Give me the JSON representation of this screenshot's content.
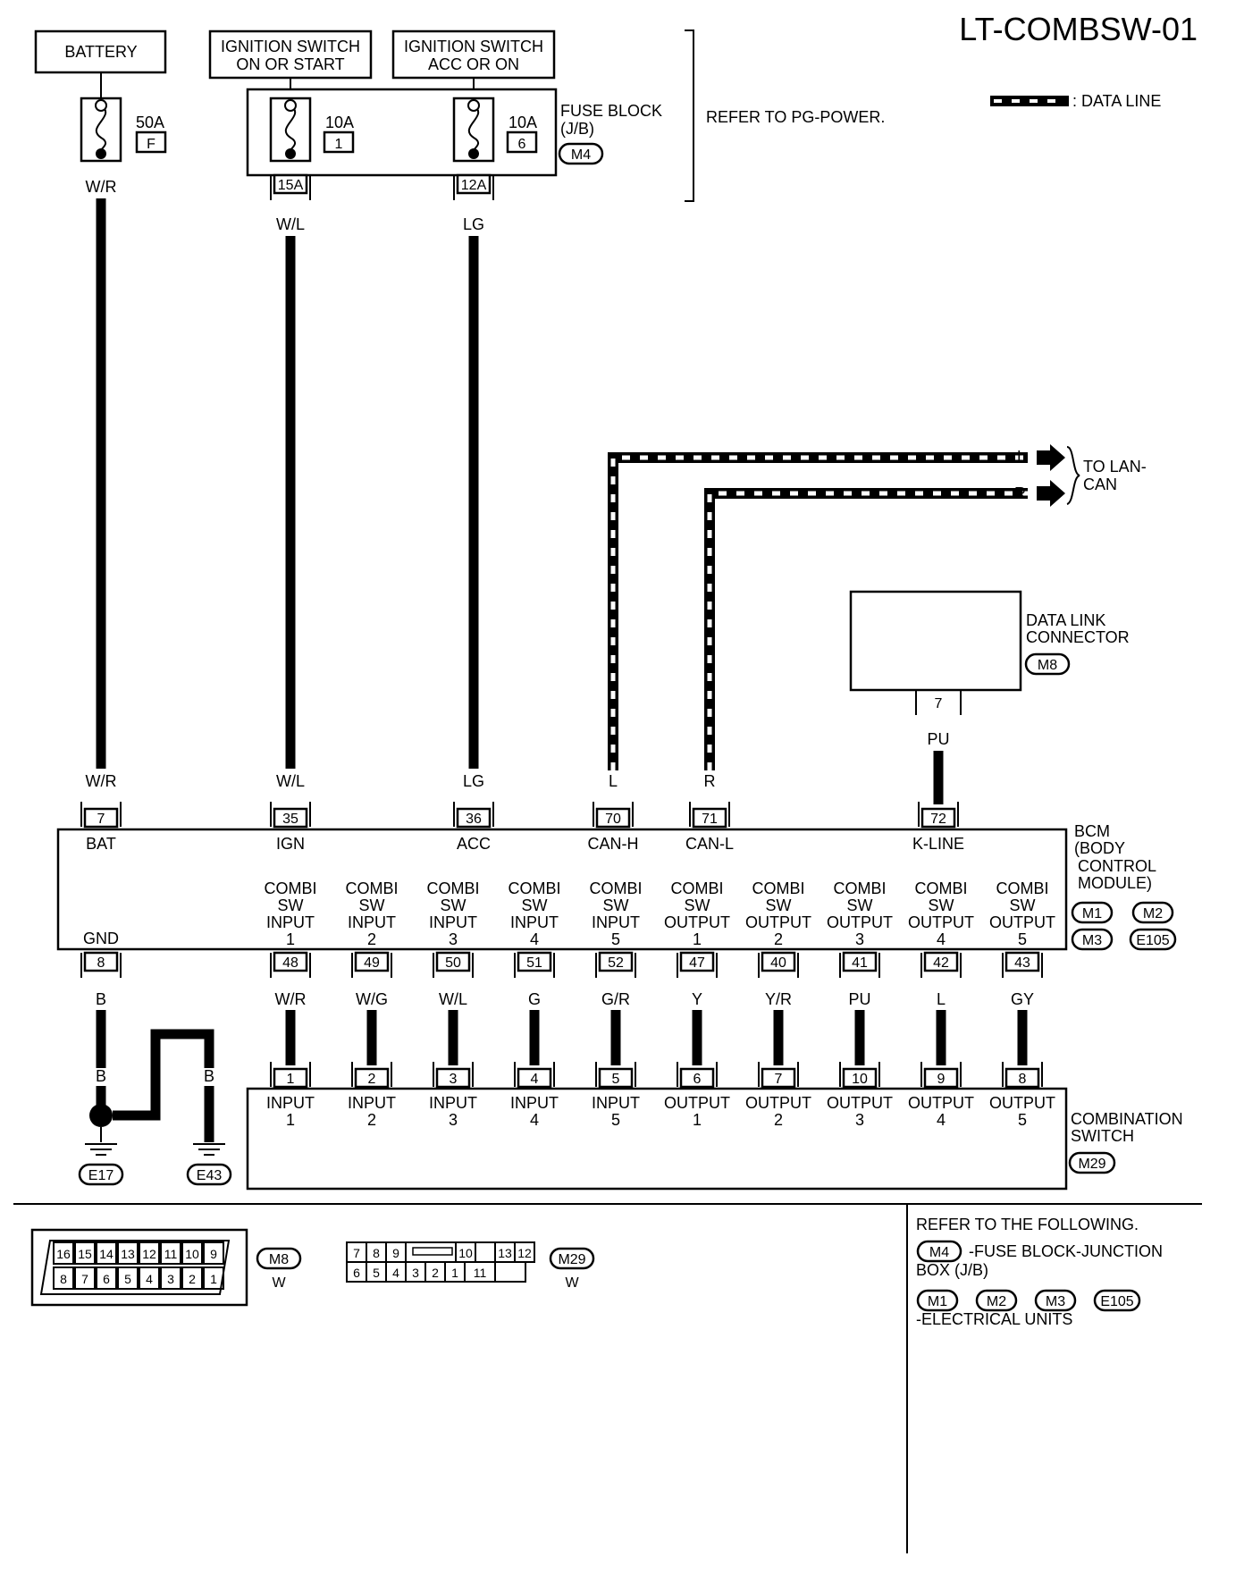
{
  "diagram_id": "LT-COMBSW-01",
  "legend": {
    "data_line": ": DATA LINE"
  },
  "power": {
    "battery": "BATTERY",
    "ign_on_start": [
      "IGNITION SWITCH",
      "ON OR START"
    ],
    "ign_acc_on": [
      "IGNITION SWITCH",
      "ACC OR ON"
    ],
    "fuse_f": {
      "rating": "50A",
      "id": "F"
    },
    "fuse_1": {
      "rating": "10A",
      "id": "1"
    },
    "fuse_6": {
      "rating": "10A",
      "id": "6"
    },
    "fuse_block": [
      "FUSE BLOCK",
      "(J/B)"
    ],
    "fuse_block_conn": "M4",
    "refer_pg": "REFER TO PG-POWER.",
    "tag_15a": "15A",
    "tag_12a": "12A"
  },
  "wire_colors": {
    "bat": "W/R",
    "ign": "W/L",
    "acc": "LG",
    "can_h": "L",
    "can_l": "R",
    "kline": "PU",
    "gnd": "B"
  },
  "lan": {
    "to": [
      "TO LAN-",
      "CAN"
    ],
    "l": "L",
    "r": "R"
  },
  "dlc": {
    "title": [
      "DATA LINK",
      "CONNECTOR"
    ],
    "conn": "M8",
    "pin": "7"
  },
  "bcm": {
    "title": [
      "BCM",
      "(BODY",
      "CONTROL",
      "MODULE)"
    ],
    "conns": [
      "M1",
      "M2",
      "M3",
      "E105"
    ],
    "top_pins": [
      {
        "pin": "7",
        "label": "BAT"
      },
      {
        "pin": "35",
        "label": "IGN"
      },
      {
        "pin": "36",
        "label": "ACC"
      },
      {
        "pin": "70",
        "label": "CAN-H"
      },
      {
        "pin": "71",
        "label": "CAN-L"
      },
      {
        "pin": "72",
        "label": "K-LINE"
      }
    ],
    "gnd": {
      "pin": "8",
      "label": "GND"
    },
    "terminals": [
      {
        "label": [
          "COMBI",
          "SW",
          "INPUT",
          "1"
        ],
        "pin": "48",
        "wire": "W/R"
      },
      {
        "label": [
          "COMBI",
          "SW",
          "INPUT",
          "2"
        ],
        "pin": "49",
        "wire": "W/G"
      },
      {
        "label": [
          "COMBI",
          "SW",
          "INPUT",
          "3"
        ],
        "pin": "50",
        "wire": "W/L"
      },
      {
        "label": [
          "COMBI",
          "SW",
          "INPUT",
          "4"
        ],
        "pin": "51",
        "wire": "G"
      },
      {
        "label": [
          "COMBI",
          "SW",
          "INPUT",
          "5"
        ],
        "pin": "52",
        "wire": "G/R"
      },
      {
        "label": [
          "COMBI",
          "SW",
          "OUTPUT",
          "1"
        ],
        "pin": "47",
        "wire": "Y"
      },
      {
        "label": [
          "COMBI",
          "SW",
          "OUTPUT",
          "2"
        ],
        "pin": "40",
        "wire": "Y/R"
      },
      {
        "label": [
          "COMBI",
          "SW",
          "OUTPUT",
          "3"
        ],
        "pin": "41",
        "wire": "PU"
      },
      {
        "label": [
          "COMBI",
          "SW",
          "OUTPUT",
          "4"
        ],
        "pin": "42",
        "wire": "L"
      },
      {
        "label": [
          "COMBI",
          "SW",
          "OUTPUT",
          "5"
        ],
        "pin": "43",
        "wire": "GY"
      }
    ]
  },
  "combo_switch": {
    "title": [
      "COMBINATION",
      "SWITCH"
    ],
    "conn": "M29",
    "pins": [
      {
        "pin": "1",
        "label": [
          "INPUT",
          "1"
        ]
      },
      {
        "pin": "2",
        "label": [
          "INPUT",
          "2"
        ]
      },
      {
        "pin": "3",
        "label": [
          "INPUT",
          "3"
        ]
      },
      {
        "pin": "4",
        "label": [
          "INPUT",
          "4"
        ]
      },
      {
        "pin": "5",
        "label": [
          "INPUT",
          "5"
        ]
      },
      {
        "pin": "6",
        "label": [
          "OUTPUT",
          "1"
        ]
      },
      {
        "pin": "7",
        "label": [
          "OUTPUT",
          "2"
        ]
      },
      {
        "pin": "10",
        "label": [
          "OUTPUT",
          "3"
        ]
      },
      {
        "pin": "9",
        "label": [
          "OUTPUT",
          "4"
        ]
      },
      {
        "pin": "8",
        "label": [
          "OUTPUT",
          "5"
        ]
      }
    ]
  },
  "grounds": {
    "e17": "E17",
    "e43": "E43",
    "b": "B"
  },
  "connectors": {
    "m8": {
      "top": [
        "16",
        "15",
        "14",
        "13",
        "12",
        "11",
        "10",
        "9"
      ],
      "bottom": [
        "8",
        "7",
        "6",
        "5",
        "4",
        "3",
        "2",
        "1"
      ],
      "id": "M8",
      "color": "W"
    },
    "m29": {
      "top": [
        "7",
        "8",
        "9",
        "",
        "10",
        "",
        "13",
        "12"
      ],
      "bottom": [
        "6",
        "5",
        "4",
        "3",
        "2",
        "1",
        "11",
        ""
      ],
      "id": "M29",
      "color": "W"
    }
  },
  "refer": {
    "title": "REFER TO THE FOLLOWING.",
    "m4_conn": "M4",
    "m4_text": [
      "-FUSE BLOCK-JUNCTION",
      "BOX (J/B)"
    ],
    "eu_conns": [
      "M1",
      "M2",
      "M3",
      "E105"
    ],
    "eu_text": "-ELECTRICAL UNITS"
  }
}
